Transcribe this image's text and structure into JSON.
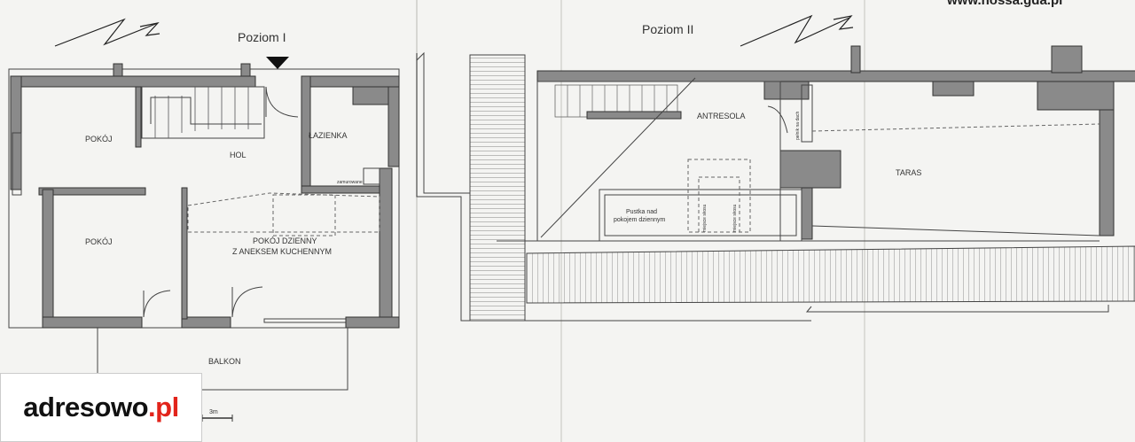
{
  "levels": {
    "level1_title": "Poziom I",
    "level2_title": "Poziom II"
  },
  "rooms": {
    "pokoj_top": "POKÓJ",
    "hol": "HOL",
    "lazienka": "ŁAZIENKA",
    "pokoj_left": "POKÓJ",
    "living_line1": "POKÓJ DZIENNY",
    "living_line2": "Z ANEKSEM KUCHENNYM",
    "balkon": "BALKON",
    "antresola": "ANTRESOLA",
    "taras": "TARAS",
    "void_line1": "Pustka nad",
    "void_line2": "pokojem dziennym"
  },
  "annotations": {
    "zamurowane": "zamurowane",
    "wejscie_dachu": "pełnik na dach",
    "skos1": "miejsce skosu",
    "skos2": "miejsce skosu"
  },
  "scale": {
    "label": "3m"
  },
  "watermark": "www.nossa.gda.pl",
  "logo": {
    "brand": "adresowo",
    "tld": ".pl",
    "accent": "#e2231a"
  }
}
